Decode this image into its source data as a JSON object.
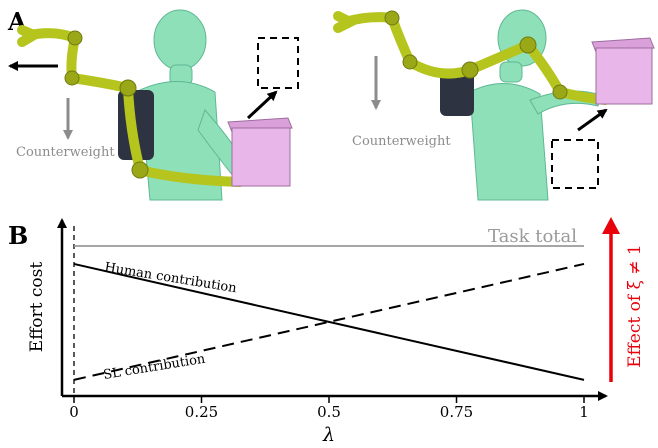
{
  "panels": {
    "a_label": "A",
    "b_label": "B",
    "counterweight_left": "Counterweight",
    "counterweight_right": "Counterweight"
  },
  "colors": {
    "arm": "#b5c51e",
    "arm_dark": "#7f8c10",
    "human": "#8de0b8",
    "human_dark": "#5fb893",
    "box": "#e9b6e9",
    "box_dark": "#b27fb2",
    "backpack": "#2d3340",
    "counterweight": "#8c8c8c",
    "task_total": "#9a9a9a",
    "effect": "#e8000b",
    "line": "#000000"
  },
  "chart_data": {
    "type": "line",
    "xlabel": "λ",
    "ylabel": "Effort cost",
    "xlim": [
      0,
      1
    ],
    "ylim": [
      0,
      1
    ],
    "x_ticks": [
      "0",
      "0.25",
      "0.5",
      "0.75",
      "1"
    ],
    "x_tick_values": [
      0,
      0.25,
      0.5,
      0.75,
      1
    ],
    "grid": false,
    "series": [
      {
        "name": "Task total",
        "style": "solid-gray",
        "x": [
          0,
          1
        ],
        "y": [
          1,
          1
        ]
      },
      {
        "name": "Human contribution",
        "style": "solid",
        "x": [
          0,
          1
        ],
        "y": [
          0.87,
          0.03
        ]
      },
      {
        "name": "SL contribution",
        "style": "dashed",
        "x": [
          0,
          1
        ],
        "y": [
          0.03,
          0.87
        ]
      }
    ],
    "annotations": [
      {
        "text": "Effect of ξ ≠ 1",
        "color": "#e8000b"
      }
    ]
  }
}
